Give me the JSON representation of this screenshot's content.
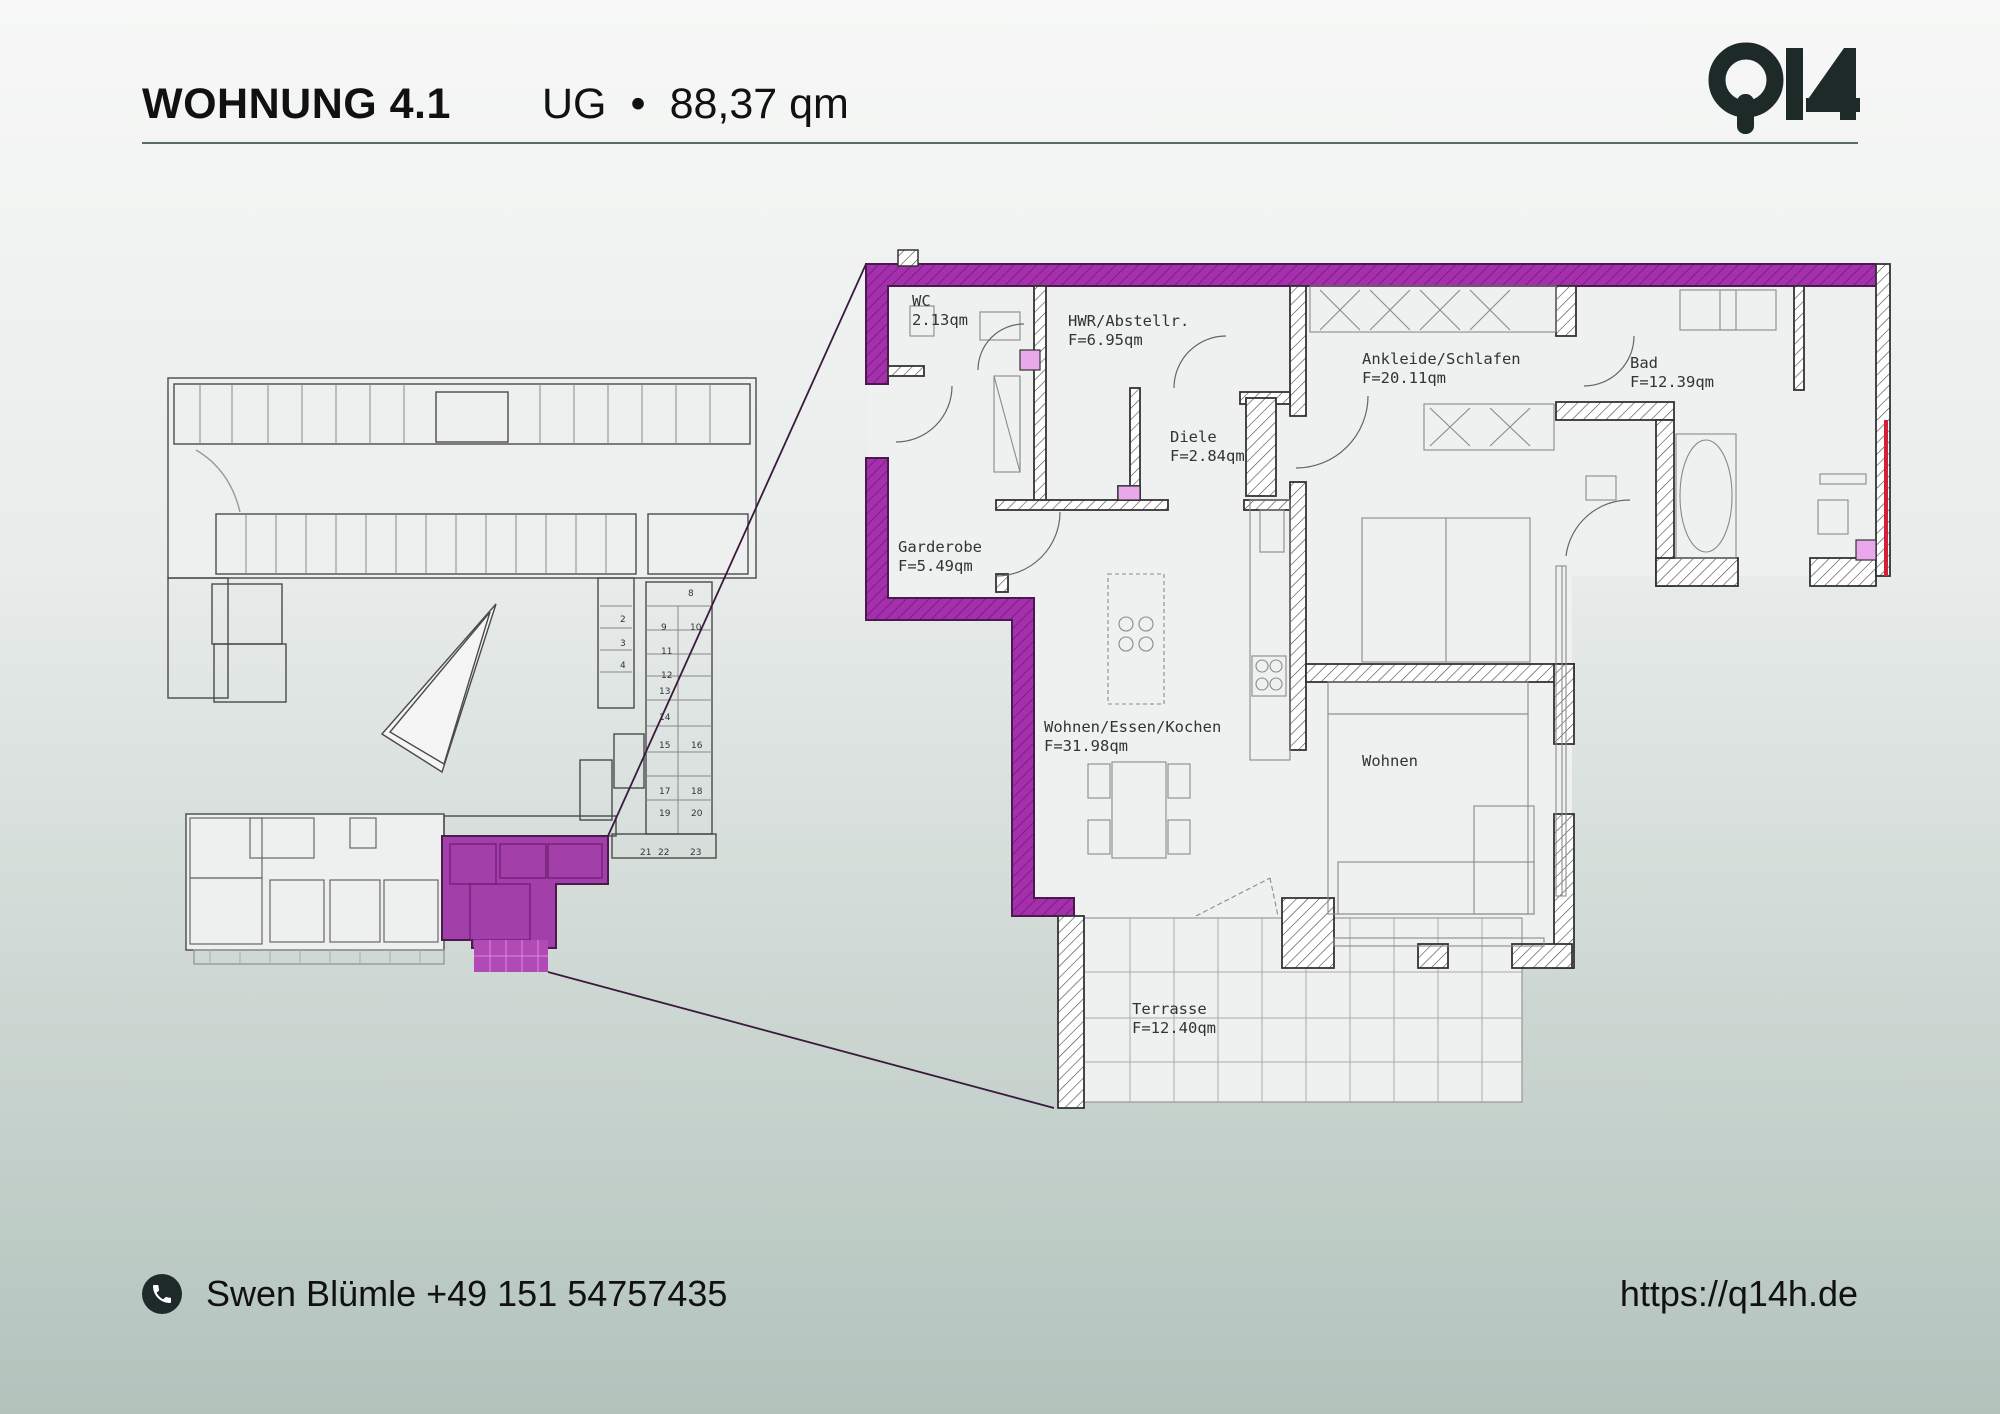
{
  "header": {
    "title": "WOHNUNG 4.1",
    "floor": "UG",
    "separator": "•",
    "area": "88,37 qm"
  },
  "logo": {
    "icon": "q14-logo",
    "text": "Q14"
  },
  "rooms": [
    {
      "name": "WC",
      "area": "2.13qm"
    },
    {
      "name": "HWR/Abstellr.",
      "area": "F=6.95qm"
    },
    {
      "name": "Diele",
      "area": "F=2.84qm"
    },
    {
      "name": "Ankleide/Schlafen",
      "area": "F=20.11qm"
    },
    {
      "name": "Bad",
      "area": "F=12.39qm"
    },
    {
      "name": "Garderobe",
      "area": "F=5.49qm"
    },
    {
      "name": "Wohnen/Essen/Kochen",
      "area": "F=31.98qm"
    },
    {
      "name": "Wohnen",
      "area": ""
    },
    {
      "name": "Terrasse",
      "area": "F=12.40qm"
    }
  ],
  "site_plan_numbers": [
    "8",
    "9",
    "10",
    "2",
    "11",
    "3",
    "12",
    "4",
    "13",
    "14",
    "15",
    "16",
    "17",
    "18",
    "19",
    "20",
    "21",
    "22",
    "23"
  ],
  "colors": {
    "highlight": "#9b2fa0",
    "accent_red": "#d3203a",
    "text": "#111111"
  },
  "footer": {
    "phone_icon": "phone-icon",
    "contact": "Swen Blümle +49 151 54757435",
    "url": "https://q14h.de"
  }
}
